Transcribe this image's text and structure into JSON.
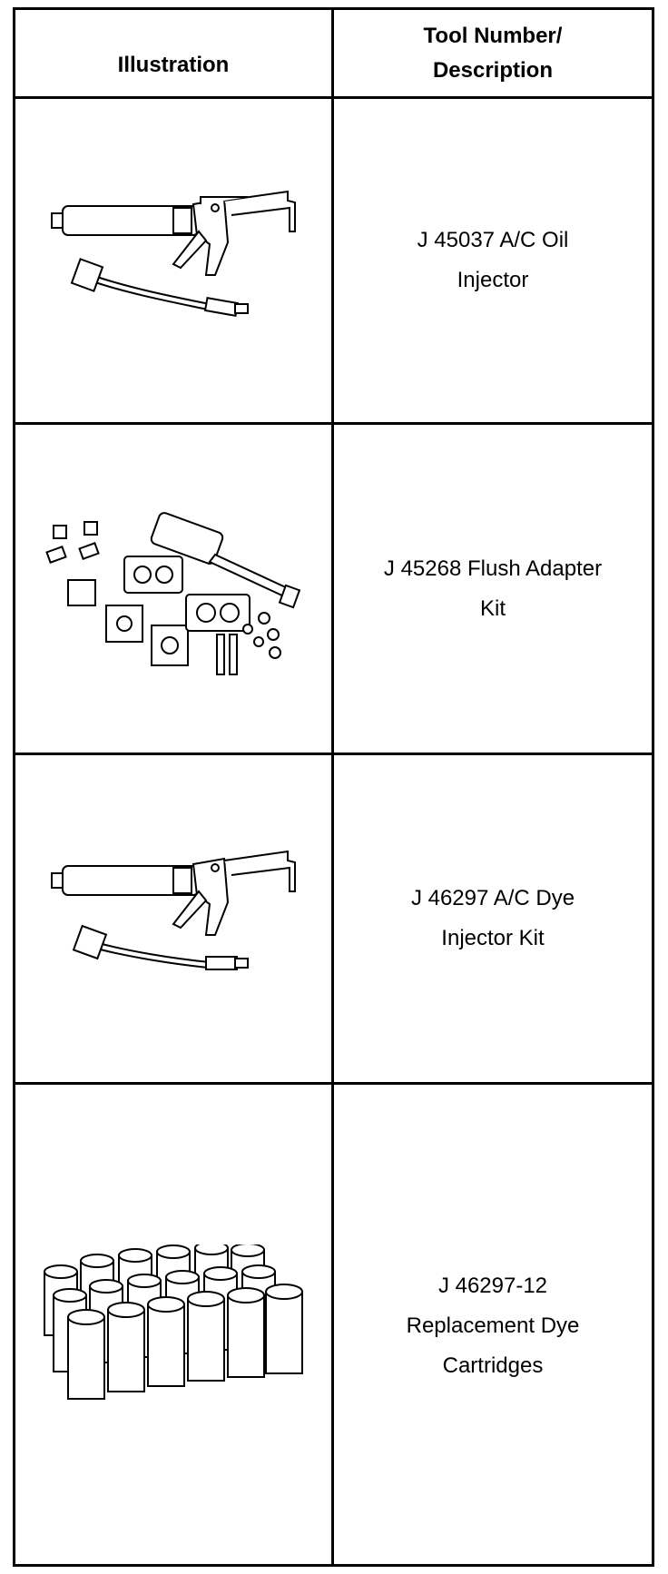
{
  "table": {
    "headers": {
      "illustration": "Illustration",
      "tool": "Tool Number/\nDescription"
    },
    "rows": [
      {
        "illustration_icon": "oil-injector-gun-icon",
        "description": "J 45037 A/C Oil\nInjector"
      },
      {
        "illustration_icon": "flush-adapter-kit-icon",
        "description": "J 45268 Flush Adapter\nKit"
      },
      {
        "illustration_icon": "dye-injector-gun-icon",
        "description": "J 46297 A/C Dye\nInjector Kit"
      },
      {
        "illustration_icon": "dye-cartridges-icon",
        "description": "J 46297-12\nReplacement Dye\nCartridges"
      }
    ]
  }
}
